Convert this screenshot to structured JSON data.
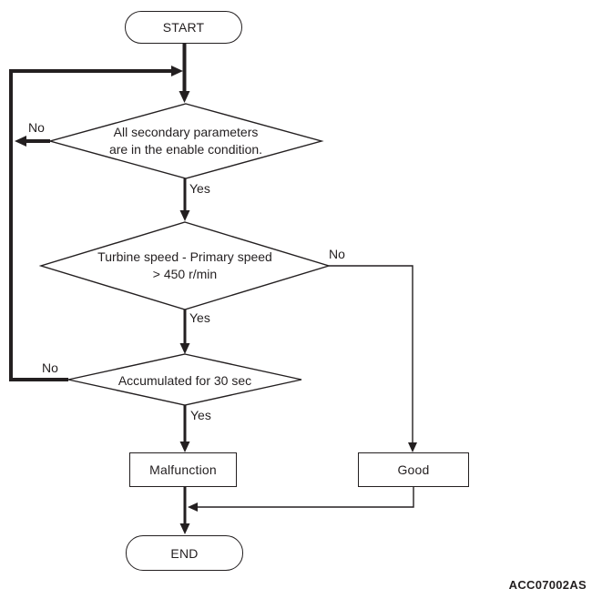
{
  "flowchart": {
    "start": {
      "label": "START"
    },
    "decision_secondary": {
      "line1": "All secondary parameters",
      "line2": "are in the enable condition.",
      "no_label": "No",
      "yes_label": "Yes"
    },
    "decision_turbine": {
      "line1": "Turbine speed - Primary speed",
      "line2": "> 450 r/min",
      "no_label": "No",
      "yes_label": "Yes"
    },
    "decision_accumulated": {
      "label": "Accumulated for 30 sec",
      "no_label": "No",
      "yes_label": "Yes"
    },
    "malfunction": {
      "label": "Malfunction"
    },
    "good": {
      "label": "Good"
    },
    "end": {
      "label": "END"
    },
    "caption": "ACC07002AS",
    "colors": {
      "line": "#231f20",
      "text": "#231f20",
      "background": "#ffffff"
    }
  }
}
